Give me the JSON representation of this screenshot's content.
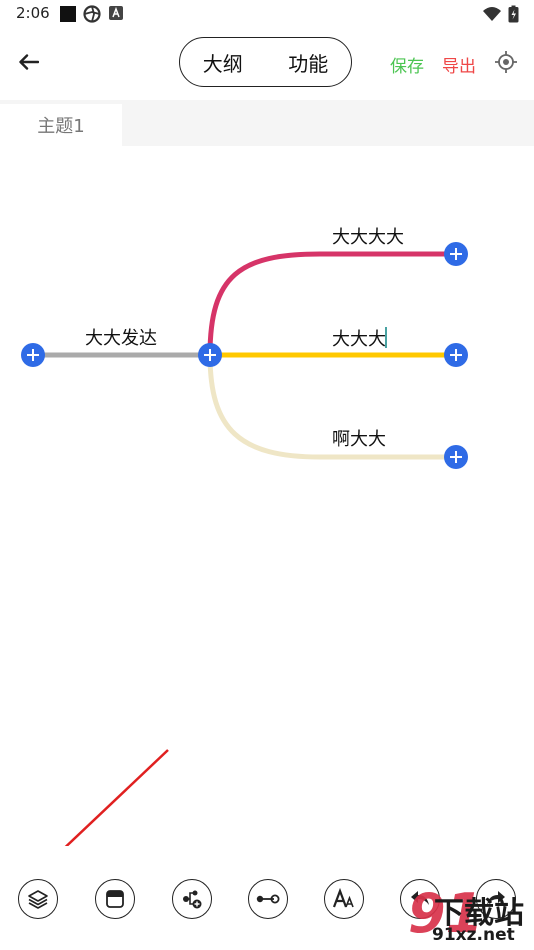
{
  "status_bar": {
    "time": "2:06"
  },
  "header": {
    "tabs": [
      {
        "label": "大纲"
      },
      {
        "label": "功能"
      }
    ],
    "save_label": "保存",
    "export_label": "导出",
    "save_color": "#4CC552",
    "export_color": "#EF4747"
  },
  "sheet_tabs": [
    {
      "label": "主题1"
    }
  ],
  "mindmap": {
    "root": {
      "label": "大大发达",
      "line_color": "#AAAAAA"
    },
    "children": [
      {
        "label": "大大大大",
        "line_color": "#D63468"
      },
      {
        "label": "大大大",
        "line_color": "#FFC800"
      },
      {
        "label": "啊大大",
        "line_color": "#EFE6C6"
      }
    ],
    "add_node_color": "#2F6BE6"
  },
  "toolbar": {
    "items": [
      {
        "icon": "layers-icon"
      },
      {
        "icon": "window-icon"
      },
      {
        "icon": "add-child-node-icon"
      },
      {
        "icon": "connector-icon"
      },
      {
        "icon": "font-size-icon"
      },
      {
        "icon": "undo-icon"
      },
      {
        "icon": "redo-icon"
      }
    ]
  },
  "watermark": {
    "logo": "91",
    "text": "下载站",
    "url": "91xz.net"
  }
}
